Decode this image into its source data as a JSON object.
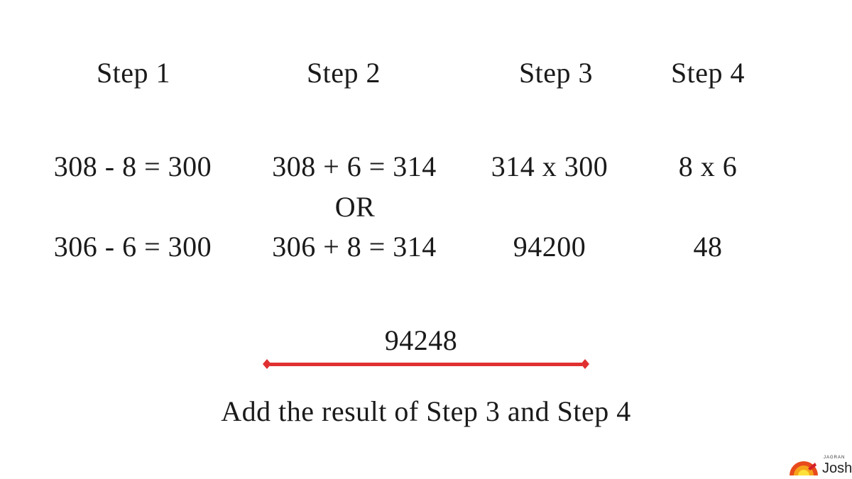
{
  "steps": [
    {
      "title": "Step 1",
      "line1": "308 - 8 = 300",
      "line2": "306 - 6 = 300"
    },
    {
      "title": "Step 2",
      "line1": "308 + 6 = 314",
      "line2": "306 + 8 = 314"
    },
    {
      "title": "Step 3",
      "line1": "314 x 300",
      "line2": "94200"
    },
    {
      "title": "Step 4",
      "line1": "8 x 6",
      "line2": "48"
    }
  ],
  "or_label": "OR",
  "result": "94248",
  "caption": "Add the result of Step 3 and Step 4",
  "accent_color": "#e03030",
  "logo": {
    "brand_small": "JAGRAN",
    "brand": "Josh"
  }
}
